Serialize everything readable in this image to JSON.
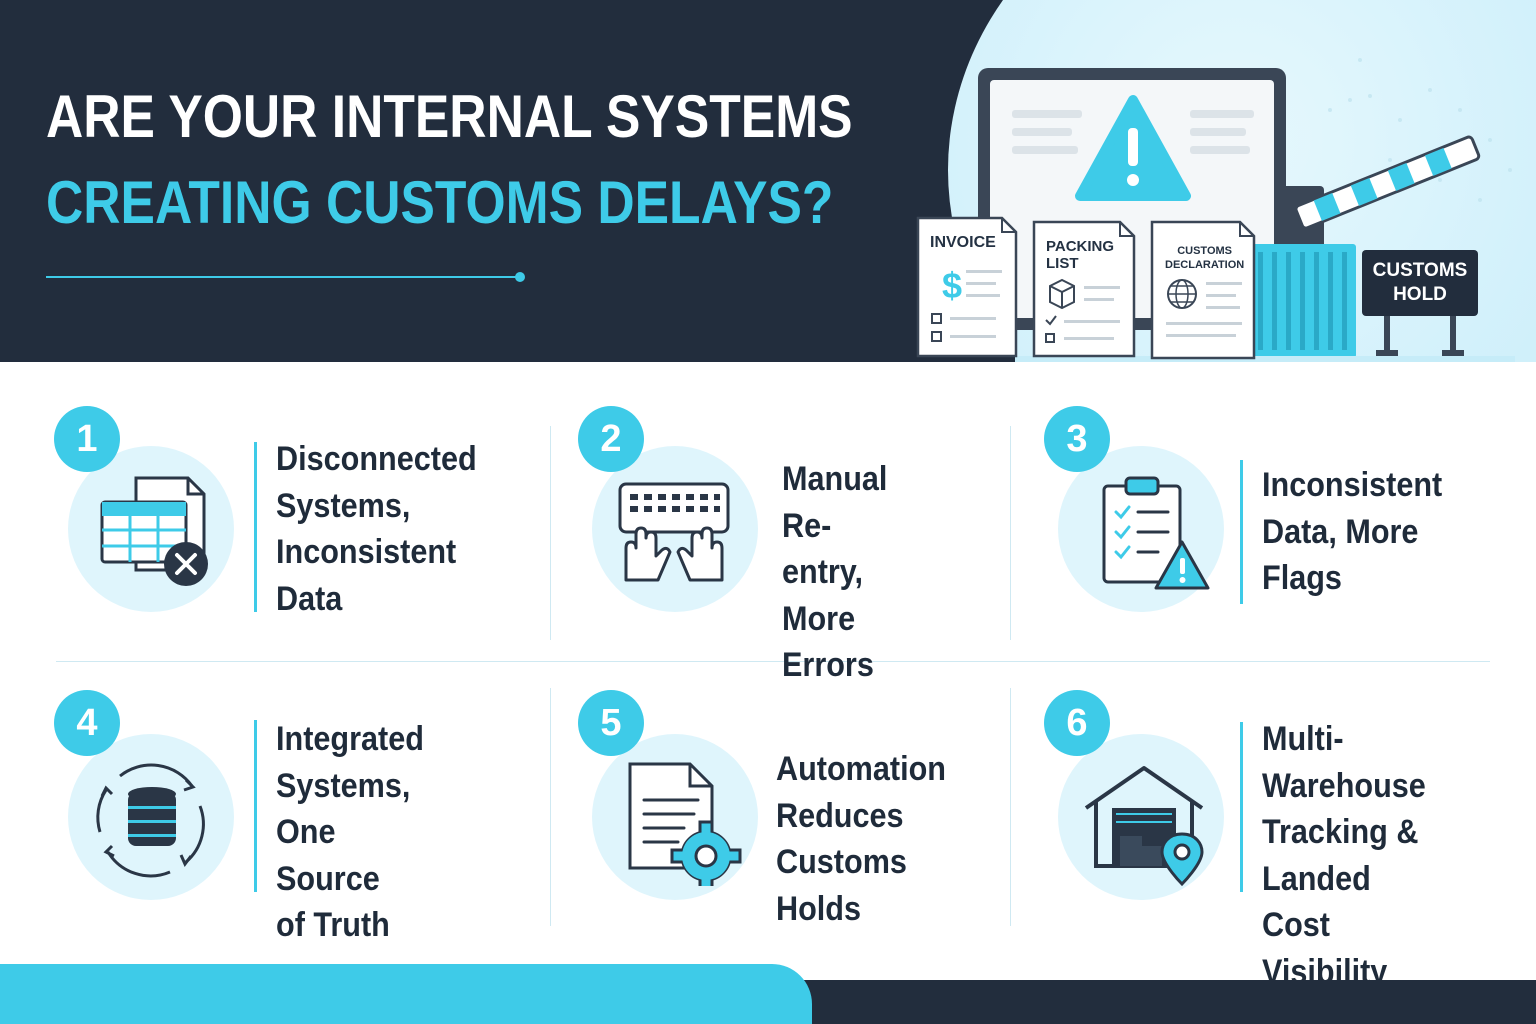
{
  "header": {
    "title_line1": "ARE YOUR INTERNAL SYSTEMS",
    "title_line2": "CREATING CUSTOMS DELAYS?",
    "documents": {
      "invoice": "INVOICE",
      "packing_list": "PACKING\nLIST",
      "customs_declaration": "CUSTOMS\nDECLARATION"
    },
    "sign": "CUSTOMS\nHOLD"
  },
  "colors": {
    "navy": "#222d3d",
    "accent": "#3ecbe8",
    "light": "#dff5fc"
  },
  "items": [
    {
      "number": "1",
      "label": "Disconnected\nSystems,\nInconsistent\nData",
      "icon": "spreadsheet-error-icon"
    },
    {
      "number": "2",
      "label": "Manual\nRe-entry,\nMore Errors",
      "icon": "keyboard-hands-icon"
    },
    {
      "number": "3",
      "label": "Inconsistent\nData, More\nFlags",
      "icon": "clipboard-warning-icon"
    },
    {
      "number": "4",
      "label": "Integrated\nSystems,\nOne Source\nof Truth",
      "icon": "database-sync-icon"
    },
    {
      "number": "5",
      "label": "Automation\nReduces\nCustoms Holds",
      "icon": "document-gear-icon"
    },
    {
      "number": "6",
      "label": "Multi-Warehouse\nTracking &\nLanded Cost\nVisibility",
      "icon": "warehouse-location-icon"
    }
  ]
}
